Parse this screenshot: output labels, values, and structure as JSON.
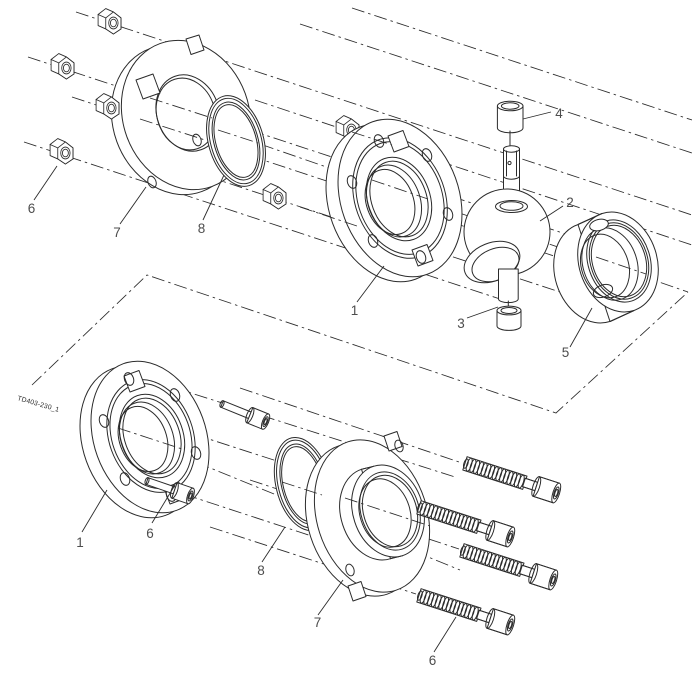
{
  "figure": {
    "type": "exploded-parts-diagram",
    "drawing_id": "TD403-230_1",
    "background": "#ffffff",
    "line_color": "#2b2b2b",
    "label_color": "#4d4d4d"
  },
  "callouts": {
    "c1_top": "1",
    "c2": "2",
    "c3": "3",
    "c4": "4",
    "c5": "5",
    "c6_top": "6",
    "c6_mid": "6",
    "c6_bottom": "6",
    "c7_top": "7",
    "c7_bottom": "7",
    "c8_top": "8",
    "c8_bottom": "8",
    "c1_bottom": "1"
  }
}
